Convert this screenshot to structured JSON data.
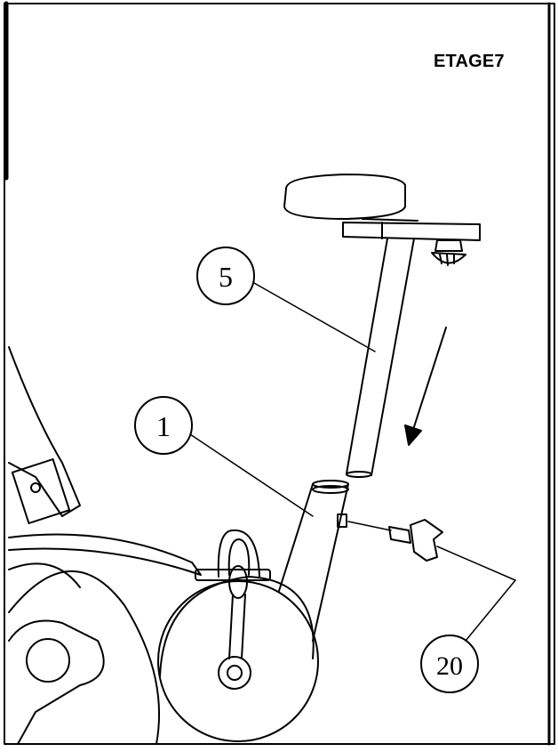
{
  "page": {
    "title": "ETAGE7"
  },
  "callouts": {
    "seat_post": "5",
    "frame": "1",
    "knob": "20"
  }
}
